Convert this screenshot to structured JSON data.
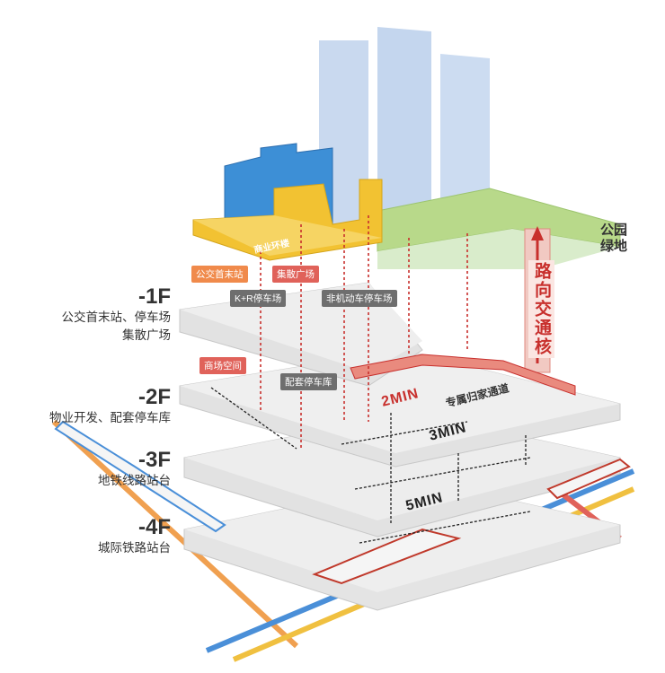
{
  "floors": [
    {
      "code": "-1F",
      "desc_lines": [
        "公交首末站、停车场",
        "集散广场"
      ]
    },
    {
      "code": "-2F",
      "desc_lines": [
        "物业开发、配套停车库"
      ]
    },
    {
      "code": "-3F",
      "desc_lines": [
        "地铁线路站台"
      ]
    },
    {
      "code": "-4F",
      "desc_lines": [
        "城际铁路站台"
      ]
    }
  ],
  "tags": {
    "bus_terminal": "公交首末站",
    "plaza": "集散广场",
    "kr_parking": "K+R停车场",
    "nonmotor_parking": "非机动车停车场",
    "commercial_space": "商场空间",
    "support_parking": "配套停车库",
    "commercial_loop": "商业环楼"
  },
  "park_label": [
    "公园",
    "绿地"
  ],
  "road_core": "路向交通核",
  "path_label": "专属归家通道",
  "times": {
    "t2": "2MIN",
    "t3": "3MIN",
    "t5": "5MIN"
  },
  "colors": {
    "blue_building": "#3d8fd6",
    "yellow_podium": "#f2c232",
    "tower": "#c9d9ef",
    "green": "#b8d98a",
    "red": "#c8302d",
    "slab": "#e9e9e9"
  }
}
